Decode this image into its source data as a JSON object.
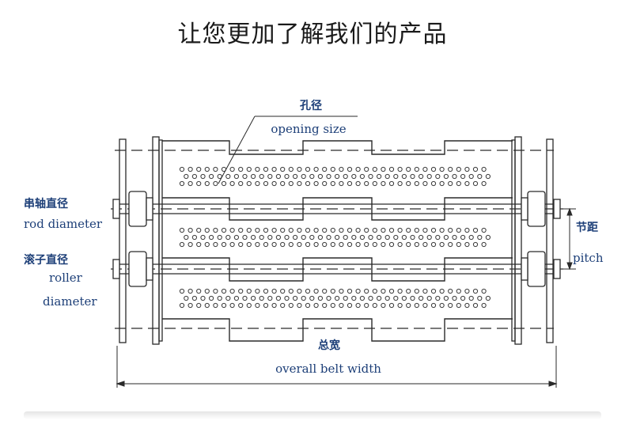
{
  "title": "让您更加了解我们的产品",
  "labels": {
    "opening_cn": "孔径",
    "opening_en": "opening size",
    "rod_cn": "串轴直径",
    "rod_en": "rod diameter",
    "roller_cn": "滚子直径",
    "roller_en1": "roller",
    "roller_en2": "diameter",
    "pitch_cn": "节距",
    "pitch_en": "pitch",
    "width_cn": "总宽",
    "width_en": "overall belt width"
  },
  "colors": {
    "line": "#2a2a2a",
    "hole": "#3a3a3a",
    "label": "#1d3f78"
  }
}
